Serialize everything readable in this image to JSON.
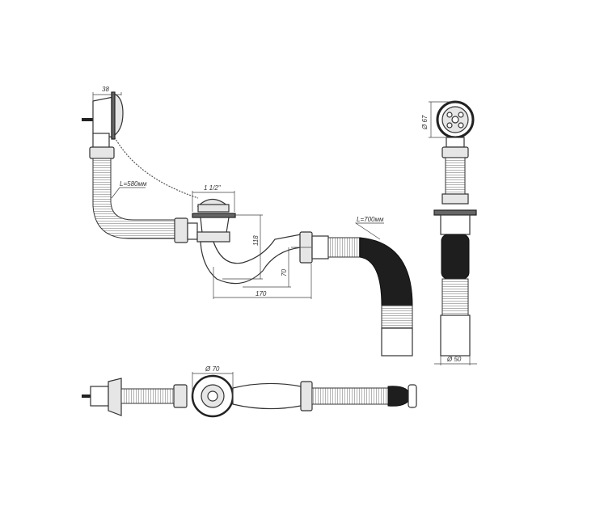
{
  "drawing": {
    "front_view": {
      "overflow_width": "38",
      "overflow_hose_length": "L=580мм",
      "drain_thread": "1 1/2\"",
      "trap_height": "118",
      "trap_offset": "70",
      "trap_length": "170",
      "outlet_hose_length": "L=700мм"
    },
    "side_view": {
      "grate_diameter": "Ø 67",
      "outlet_diameter": "Ø 50"
    },
    "top_view": {
      "drain_diameter": "Ø 70"
    }
  },
  "colors": {
    "line": "#333333",
    "hose_dark": "#1e1e1e",
    "background": "#ffffff"
  }
}
